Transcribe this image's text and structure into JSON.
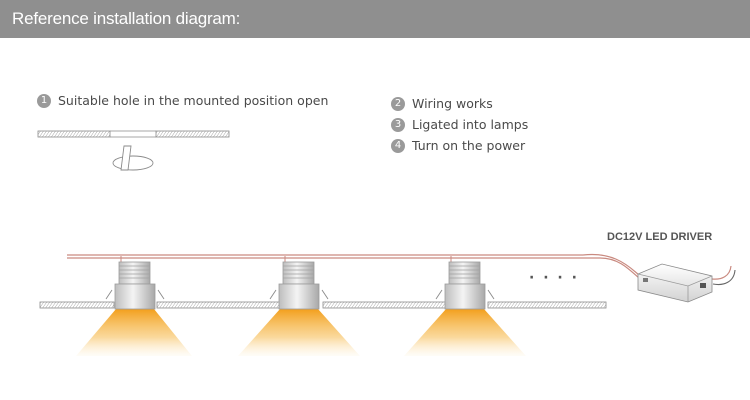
{
  "header": {
    "title": "Reference installation diagram:"
  },
  "steps": [
    {
      "number": "1",
      "text": "Suitable hole in the mounted position open"
    },
    {
      "number": "2",
      "text": "Wiring works"
    },
    {
      "number": "3",
      "text": "Ligated into lamps"
    },
    {
      "number": "4",
      "text": "Turn on the power"
    }
  ],
  "driver": {
    "label": "DC12V LED DRIVER"
  },
  "continuation": "· · · ·",
  "colors": {
    "header_bg": "#8f8f8f",
    "wire": "#c98a80",
    "light_beam": "#f2a51f",
    "ceiling_hatch": "#9a9a9a"
  }
}
